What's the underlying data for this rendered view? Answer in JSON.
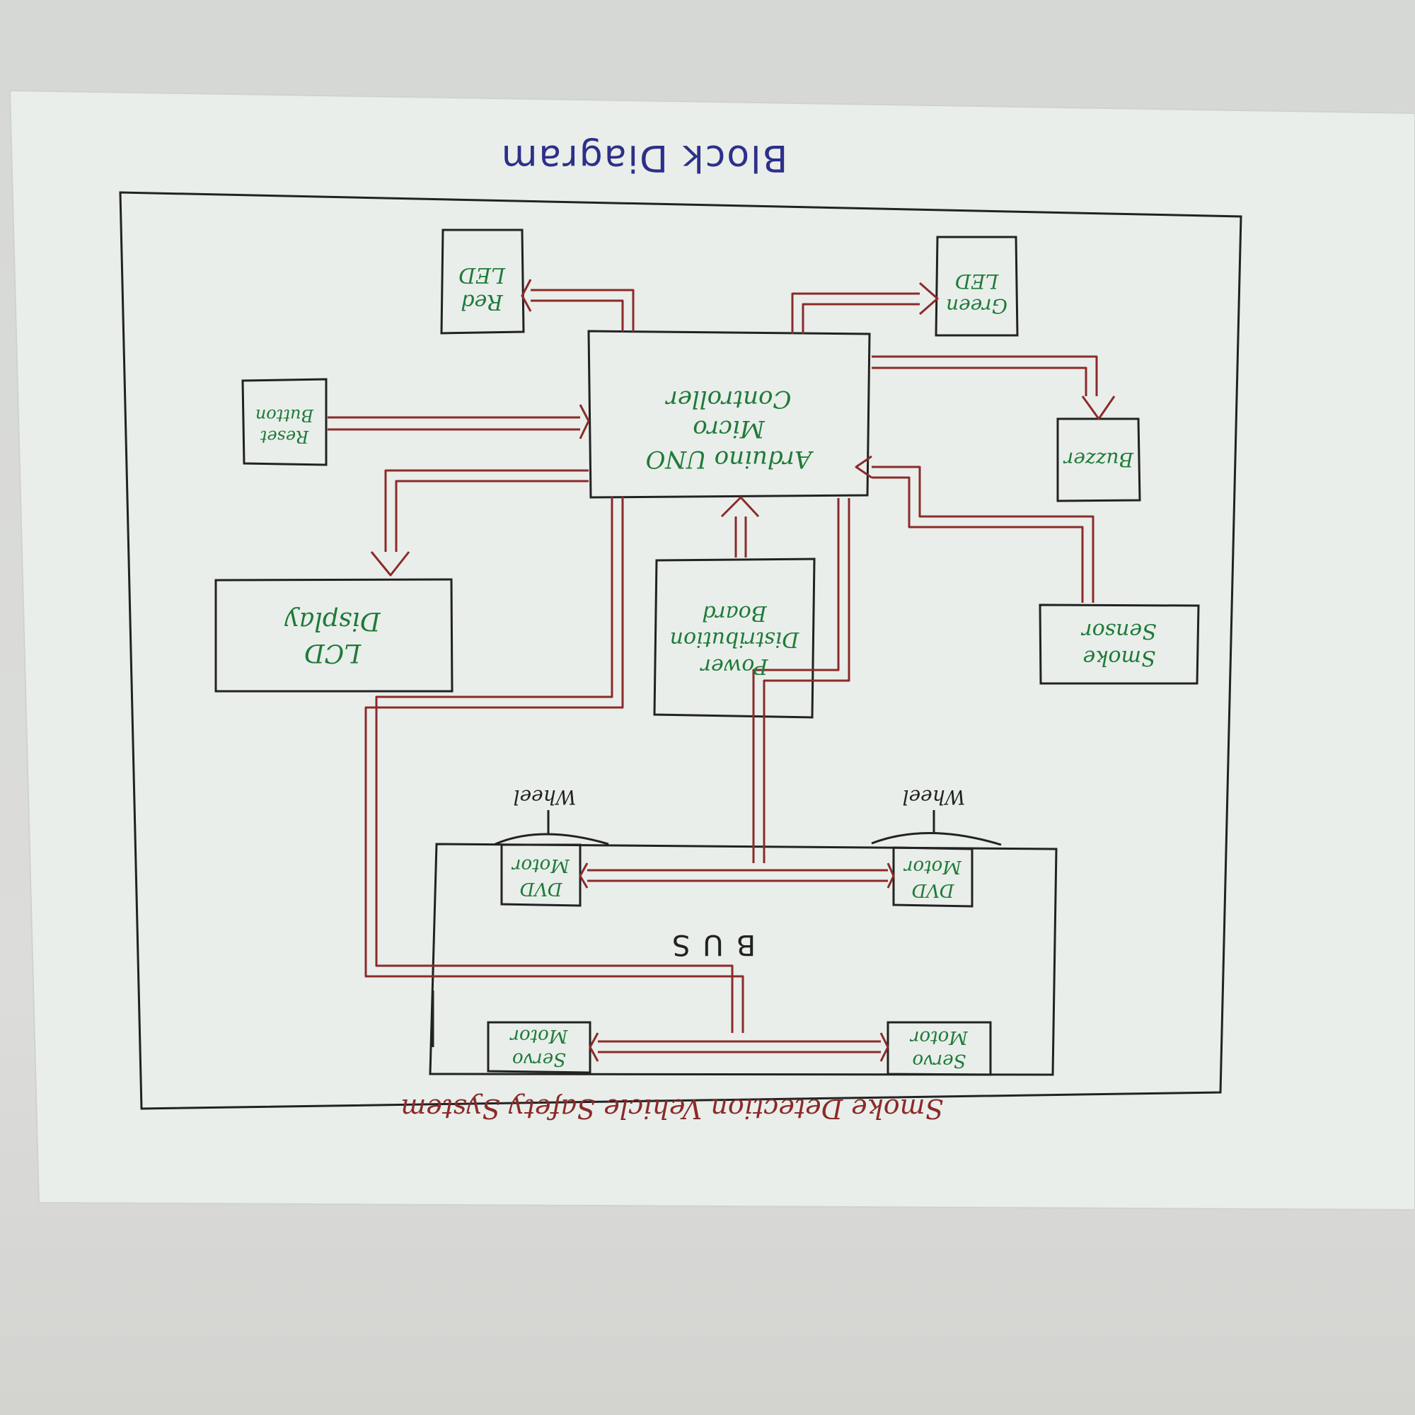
{
  "diagram": {
    "title": "Block Diagram",
    "subtitle": "Smoke Detection Vehicle Safety System",
    "blocks": {
      "controller": "Arduino UNO\nMicro\nController",
      "red_led": "Red\nLED",
      "green_led": "Green\nLED",
      "reset_button": "Reset\nButton",
      "buzzer": "Buzzer",
      "lcd": "LCD\nDisplay",
      "power": "Power\nDistribution\nBoard",
      "smoke_sensor": "Smoke\nSensor",
      "dvd_motor_left": "DVD\nMotor",
      "dvd_motor_right": "DVD\nMotor",
      "servo_motor_left": "Servo\nMotor",
      "servo_motor_right": "Servo\nMotor",
      "bus": "BUS",
      "wheel_left": "Wheel",
      "wheel_right": "Wheel"
    },
    "colors": {
      "ink_box": "#222222",
      "ink_arrow": "#8c2a2a",
      "ink_label": "#1f7a3a",
      "ink_title": "#2d2f8a",
      "paper": "#e9eeea"
    }
  }
}
